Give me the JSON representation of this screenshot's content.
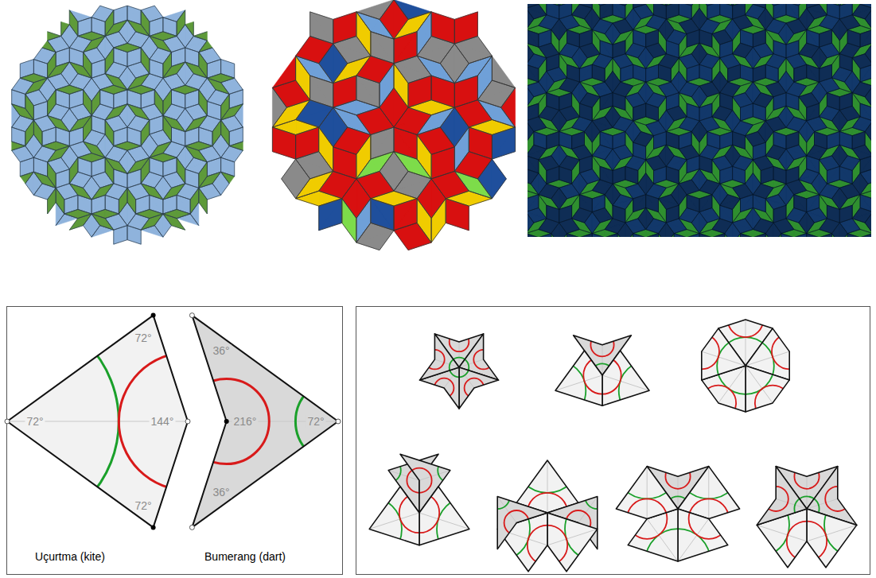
{
  "diagram": {
    "labels": [
      "72°",
      "36°",
      "72°",
      "144°",
      "216°",
      "72°",
      "72°",
      "36°",
      "Uçurtma (kite)",
      "Bumerang (dart)"
    ]
  }
}
